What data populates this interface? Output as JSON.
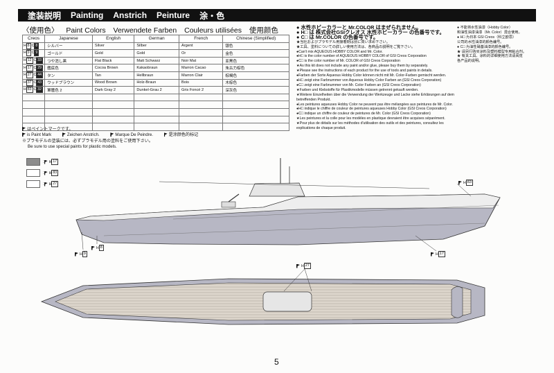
{
  "header": {
    "jp": "塗装説明",
    "en": "Painting",
    "de": "Anstrich",
    "fr": "Peinture",
    "cn": "涂・色"
  },
  "paint_title": {
    "jp": "〈使用色〉",
    "en": "Paint Colors",
    "de": "Verwendete Farben",
    "fr": "Couleurs utilisées",
    "cn": "使用颜色"
  },
  "table": {
    "headers": [
      "Creos",
      "Japanese",
      "English",
      "German",
      "French",
      "Chinese (Simplified)"
    ],
    "rows": [
      {
        "h": "8",
        "c": "8",
        "jp": "シルバー",
        "en": "Silver",
        "de": "Silber",
        "fr": "Argent",
        "cn": "银色"
      },
      {
        "h": "9",
        "c": "9",
        "jp": "ゴールド",
        "en": "Gold",
        "de": "Gold",
        "fr": "Or",
        "cn": "金色"
      },
      {
        "h": "12",
        "c": "33",
        "jp": "つや消し黒",
        "en": "Flat Black",
        "de": "Matt Schwarz",
        "fr": "Noir Mat",
        "cn": "亚黑色"
      },
      {
        "h": "17",
        "c": "29",
        "jp": "艦底色",
        "en": "Cocoa Brown",
        "de": "Kakaobraun",
        "fr": "Marron Cacao",
        "cn": "朱古力棕色"
      },
      {
        "h": "27",
        "c": "44",
        "jp": "タン",
        "en": "Tan",
        "de": "Hellbraun",
        "fr": "Marron Clair",
        "cn": "棕褐色"
      },
      {
        "h": "37",
        "c": "43",
        "jp": "ウッドブラウン",
        "en": "Wood Brown",
        "de": "Holz-Braun",
        "fr": "Bois",
        "cn": "木棕色"
      },
      {
        "h": "83",
        "c": "32",
        "jp": "軍艦色 2",
        "en": "Dark Gray 2",
        "de": "Dunkel-Grau 2",
        "fr": "Gris Foncé 2",
        "cn": "深灰色"
      }
    ],
    "empty_rows": 5
  },
  "paint_mark": {
    "jp": "はペイントマークです。",
    "en": "is Paint Mark",
    "de": "Zeichen Anstrich.",
    "fr": "Marque De Peindre.",
    "cn": "是涂颜色的标记"
  },
  "plastic_note_jp": "※プラモデルの塗装には、必ずプラモデル用の塗料をご使用下さい。",
  "plastic_note_en": "Be sure to use special paints for plastic models.",
  "swatches": [
    {
      "color": "#8c8c8c",
      "h": "17"
    },
    {
      "color": "#ffffff",
      "h": "83"
    },
    {
      "color": "#ffffff",
      "h": "27"
    }
  ],
  "info": {
    "line1": "● 水性ホビーカラーと Mr.COLOR はまぜられません。",
    "line2": "● H□ は 株式会社GSIクレオス 水性ホビーカラー の色番号です。",
    "line3": "● C□ は Mr.COLOR の色番号です。",
    "line4": "★当社およびプラモデル用接着剤は別に買い求め下さい。",
    "line5": "★工具、塗料についての詳しい使用方法は、各商品の説明をご覧下さい。",
    "en1": "●Can't mix AQUEOUS HOBBY COLOR and Mr. Color.",
    "en2": "●H□ is the color number of AQUEOUS HOBBY COLOR of GSI Creos Corporation",
    "en3": "●C□ is the color number of Mr. COLOR of GSI Creos Corporation",
    "en4": "★As this kit does not include any paint and/or glue, please buy them by separately.",
    "en5": "★Please see the instructions of each product for the use of tools and paints in details.",
    "de1": "●Farben der Sorte Aqueous Hobby Color können nicht mit Mr. Color-Farben gemischt werden.",
    "de2": "●H□ zeigt eine Farbnummer von Aqueous Hobby Color Farben an (GSI Creos Corporation)",
    "de3": "●C□ zeigt eine Farbnummer von Mr. Color Farben an (GSI Creos Corporation)",
    "de4": "★Farben und Klebstoffe für Plastikmodelle müssen getrennt gekauft werden.",
    "de5": "★Weitere Einzelheiten über die Verwendung der Werkzeuge und Lacke siehe Erklärungen auf dem betreffenden Produkt.",
    "fr1": "●Les peintures aqueuses Hobby Color ne peuvent pas être mélangées aux peintures de Mr. Color.",
    "fr2": "●H□ indique le chiffre de couleur de peintures aqueuses Hobby Color (GSI Creos Corporation)",
    "fr3": "●C□ indique un chiffre de couleur de peintures de Mr. Color (GSI Creos Corporation)",
    "fr4": "★Les peintures et la colle pour les modèles en plastique devraient être acquises séparément.",
    "fr5": "★Pour plus de détails sur les méthodes d'utilisation des outils et des peintures, consultez les explications de chaque produit."
  },
  "info_cn": [
    "● 不能将水性油漆（Hobby Color）",
    "  和油性油漆油漆（Mr. Color）混合使用。",
    "● H□ 为日本 GSI Creos（科立欧思）",
    "  公司的水性油漆的颜色编号。",
    "● C□ 为油性硝基油漆的颜色编号。",
    "★ 请另行购买涂料及塑料模型专用粘合剂。",
    "★ 有关工具、涂料的详细使用方法请阅览",
    "  各产品的说明。"
  ],
  "callouts": {
    "top_right": "83",
    "bottom_right": "17",
    "bottom_left": "9",
    "bottom_left2": "8",
    "deck": "27"
  },
  "page_number": "5"
}
